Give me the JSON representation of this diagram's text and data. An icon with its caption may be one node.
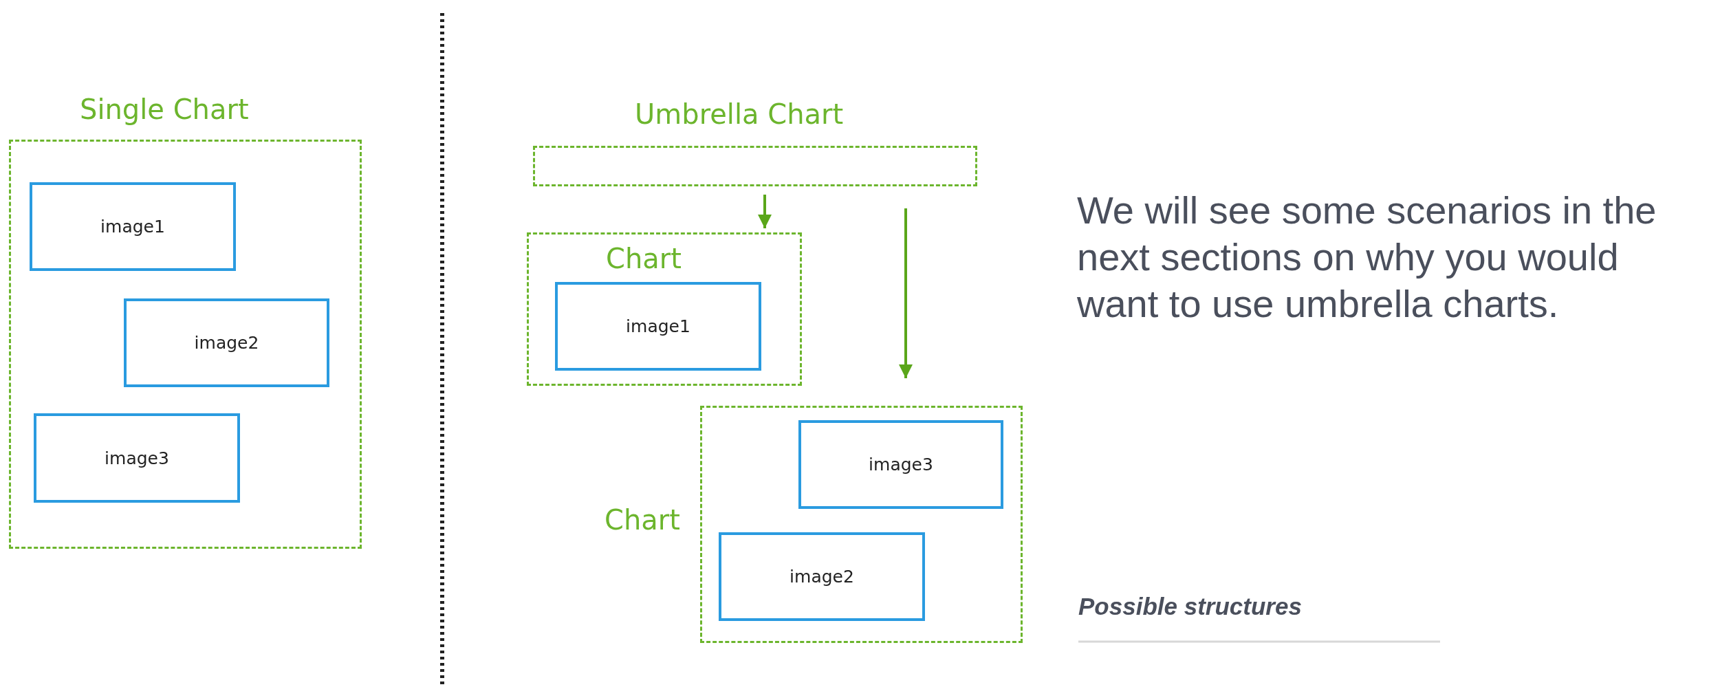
{
  "diagram": {
    "caption": "Possible structures",
    "nodes": [
      {
        "text": [
          "Single Chart"
        ]
      },
      {
        "text": [
          "image1"
        ],
        "in": 0
      },
      {
        "text": [
          "image2"
        ],
        "in": 0
      },
      {
        "text": [
          "image3"
        ],
        "in": 0
      },
      {
        "text": [
          "Umbrella Chart"
        ]
      },
      {
        "text": [
          "Chart"
        ]
      },
      {
        "text": [
          "image1"
        ],
        "in": 5
      },
      {
        "text": [
          "Chart"
        ]
      },
      {
        "text": [
          "image3"
        ],
        "in": 7
      },
      {
        "text": [
          "image2"
        ],
        "in": 7
      }
    ],
    "edges": [
      {
        "from": 4,
        "to": 5,
        "arrow": "to"
      },
      {
        "from": 4,
        "to": 7,
        "arrow": "to"
      }
    ],
    "labels": [
      "We will see some scenarios in the next sections on why you would want to use umbrella charts."
    ]
  }
}
